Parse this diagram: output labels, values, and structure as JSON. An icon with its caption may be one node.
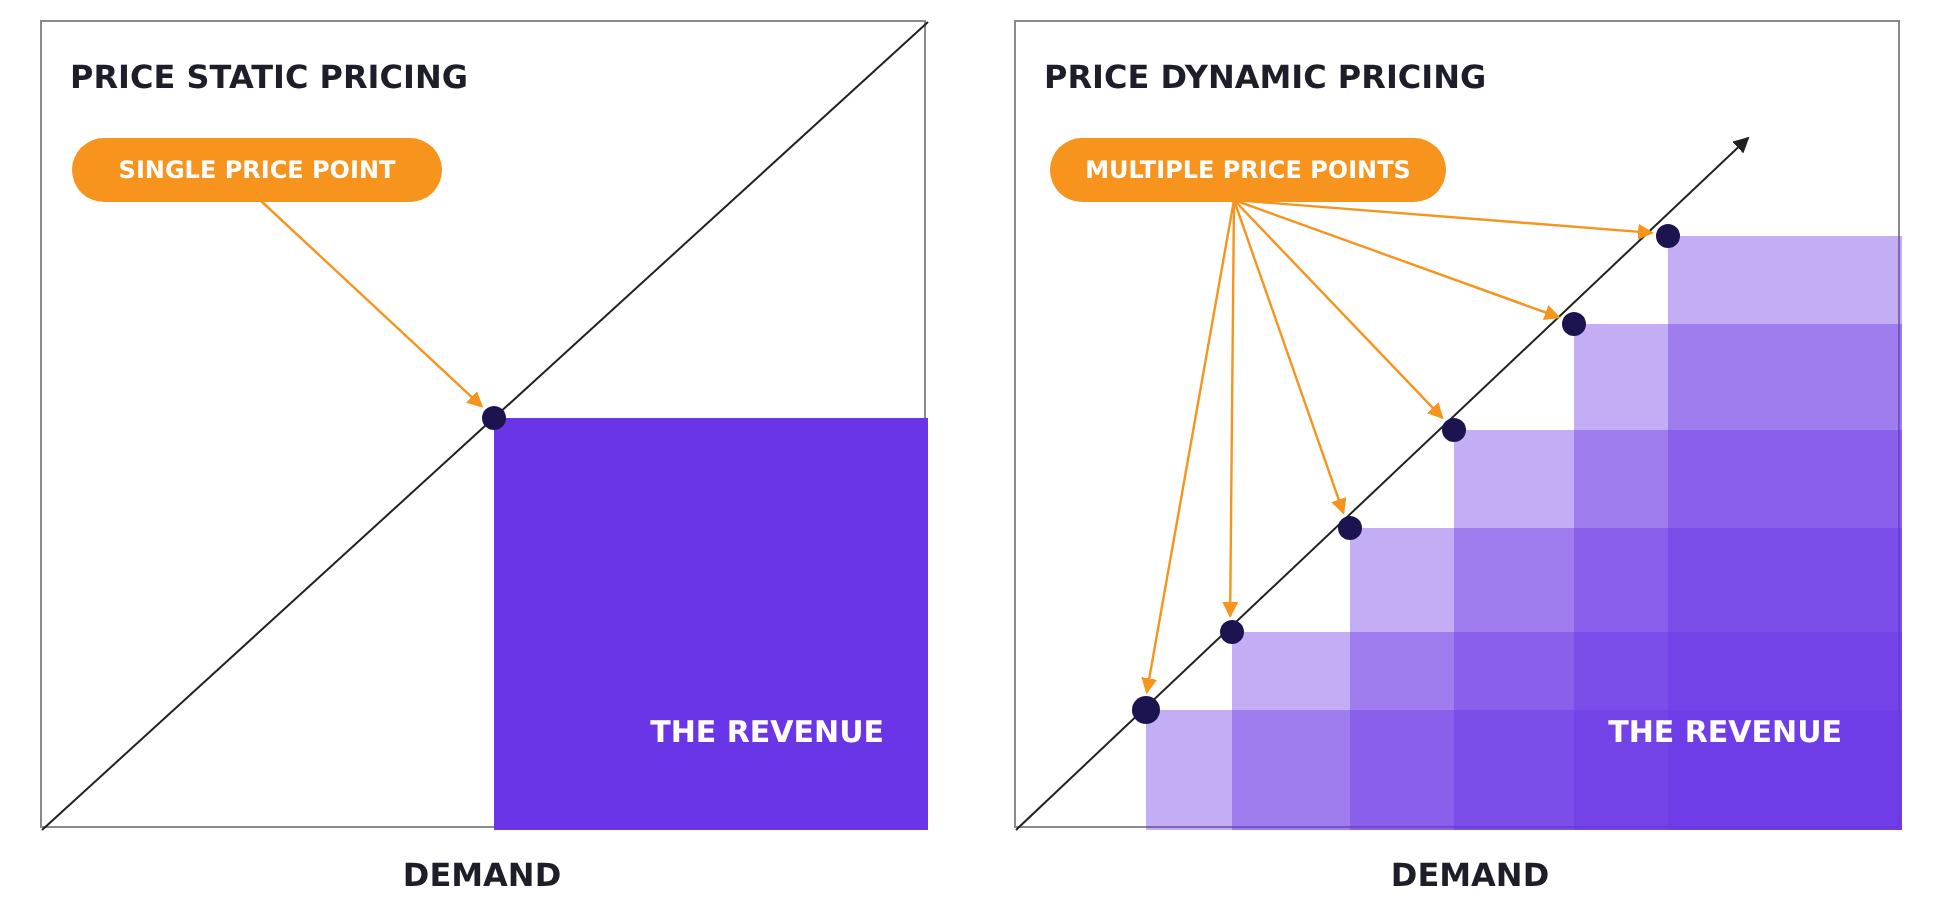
{
  "diagram": {
    "nodes": [
      {
        "text": [
          "PRICE STATIC PRICING"
        ]
      },
      {
        "text": [
          "SINGLE PRICE POINT"
        ],
        "in": 0
      },
      {
        "text": [],
        "shape": "circle",
        "in": 0
      },
      {
        "text": [
          "THE REVENUE"
        ],
        "in": 0
      },
      {
        "text": [
          "PRICE DYNAMIC PRICING"
        ]
      },
      {
        "text": [
          "MULTIPLE PRICE POINTS"
        ],
        "in": 4
      },
      {
        "text": [],
        "shape": "circle",
        "in": 4
      },
      {
        "text": [],
        "shape": "circle",
        "in": 4
      },
      {
        "text": [],
        "shape": "circle",
        "in": 4
      },
      {
        "text": [],
        "shape": "circle",
        "in": 4
      },
      {
        "text": [],
        "shape": "circle",
        "in": 4
      },
      {
        "text": [],
        "shape": "circle",
        "in": 4
      },
      {
        "text": [
          "THE REVENUE"
        ],
        "in": 4
      }
    ],
    "edges": [
      {
        "from": 1,
        "to": 2,
        "arrow": "to"
      },
      {
        "from": 5,
        "to": 6,
        "arrow": "to"
      },
      {
        "from": 5,
        "to": 7,
        "arrow": "to"
      },
      {
        "from": 5,
        "to": 8,
        "arrow": "to"
      },
      {
        "from": 5,
        "to": 9,
        "arrow": "to"
      },
      {
        "from": 5,
        "to": 10,
        "arrow": "to"
      },
      {
        "from": 5,
        "to": 11,
        "arrow": "to"
      }
    ],
    "labels": [
      "DEMAND",
      "DEMAND"
    ]
  }
}
